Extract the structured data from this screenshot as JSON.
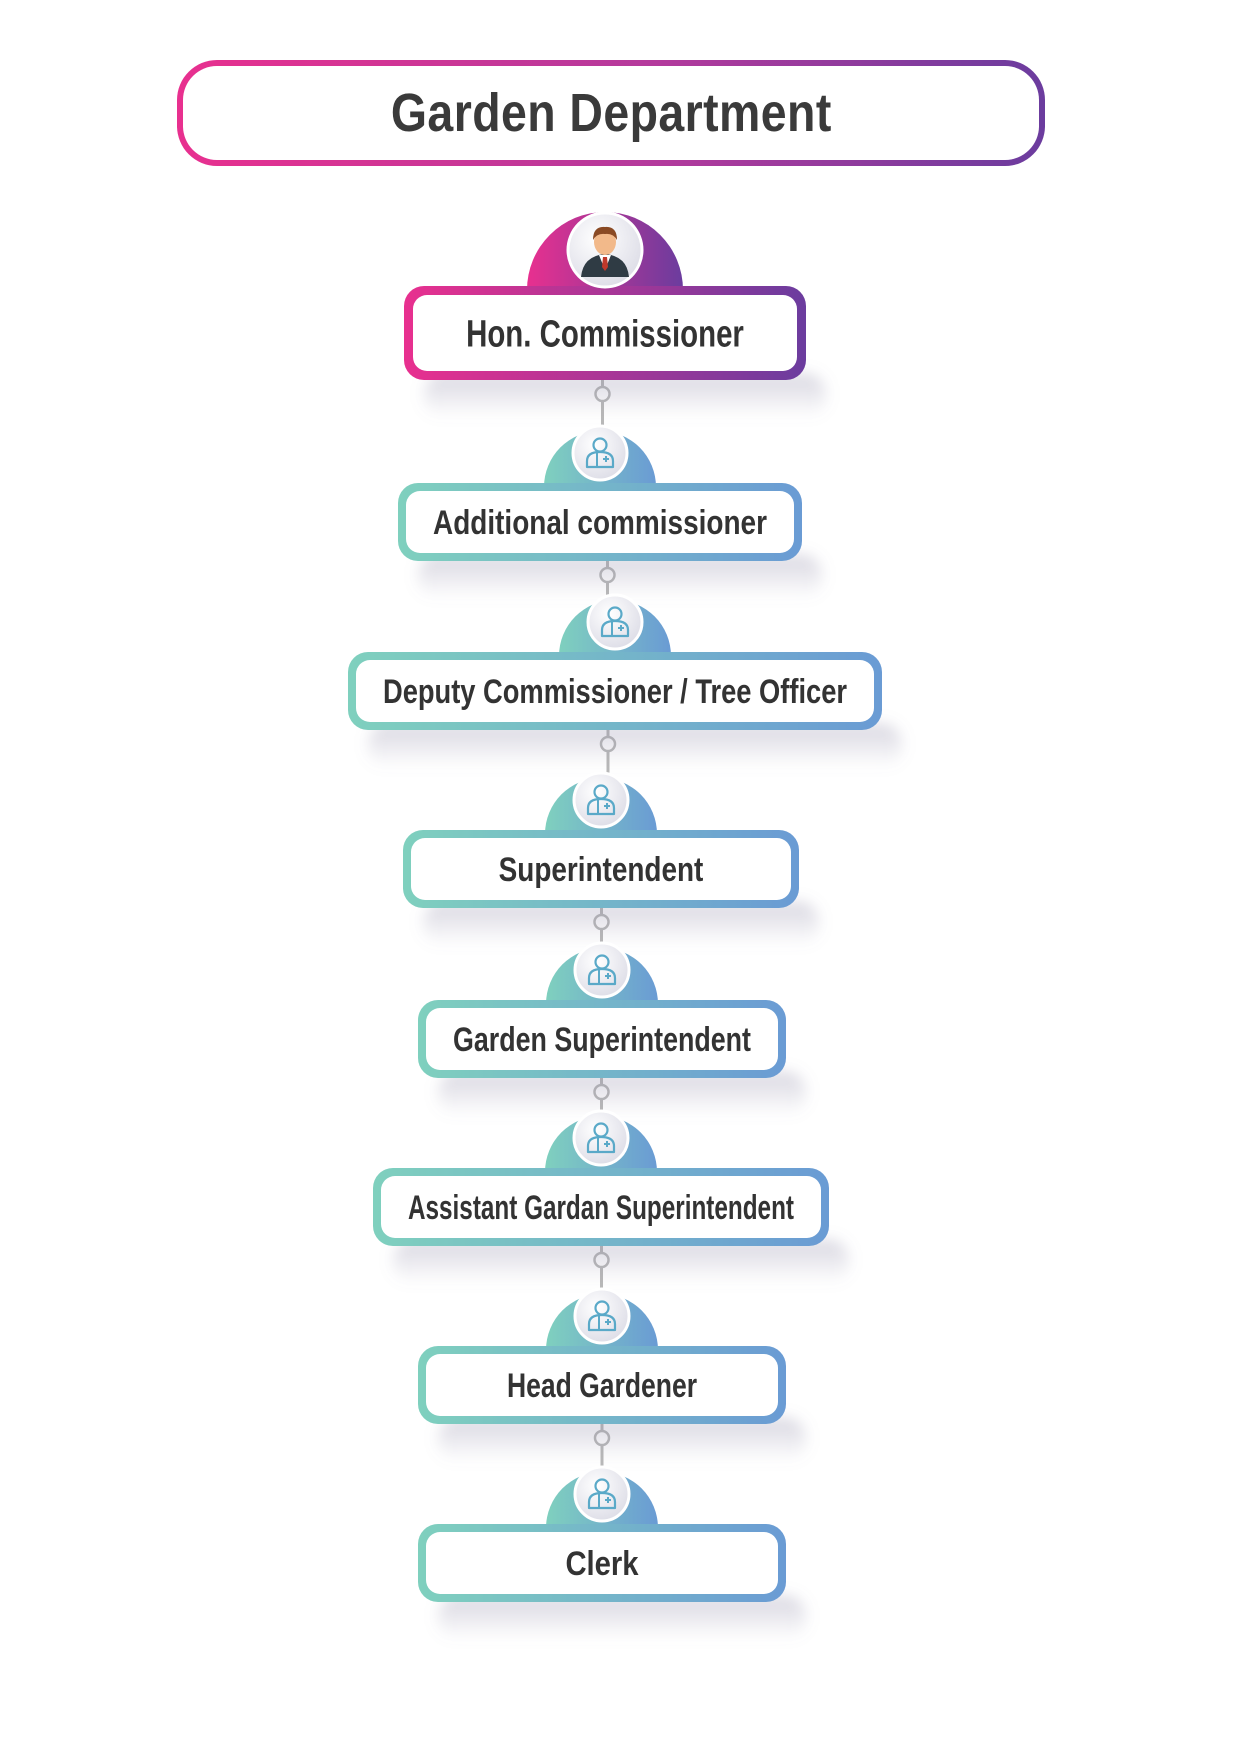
{
  "title": "Garden Department",
  "colors": {
    "top_start": "#e8308f",
    "top_end": "#6b3c9e",
    "node_start": "#7fd0be",
    "node_end": "#6a9bd4",
    "text": "#333333",
    "connector": "#b8b8b8"
  },
  "icons": {
    "top": "businessman-avatar-icon",
    "node": "doctor-person-icon"
  },
  "nodes": [
    {
      "label": "Hon. Commissioner",
      "style": "top"
    },
    {
      "label": "Additional commissioner",
      "style": "node"
    },
    {
      "label": "Deputy Commissioner / Tree Officer",
      "style": "node"
    },
    {
      "label": "Superintendent",
      "style": "node"
    },
    {
      "label": "Garden Superintendent",
      "style": "node"
    },
    {
      "label": "Assistant Gardan Superintendent",
      "style": "node"
    },
    {
      "label": "Head Gardener",
      "style": "node"
    },
    {
      "label": "Clerk",
      "style": "node"
    }
  ]
}
